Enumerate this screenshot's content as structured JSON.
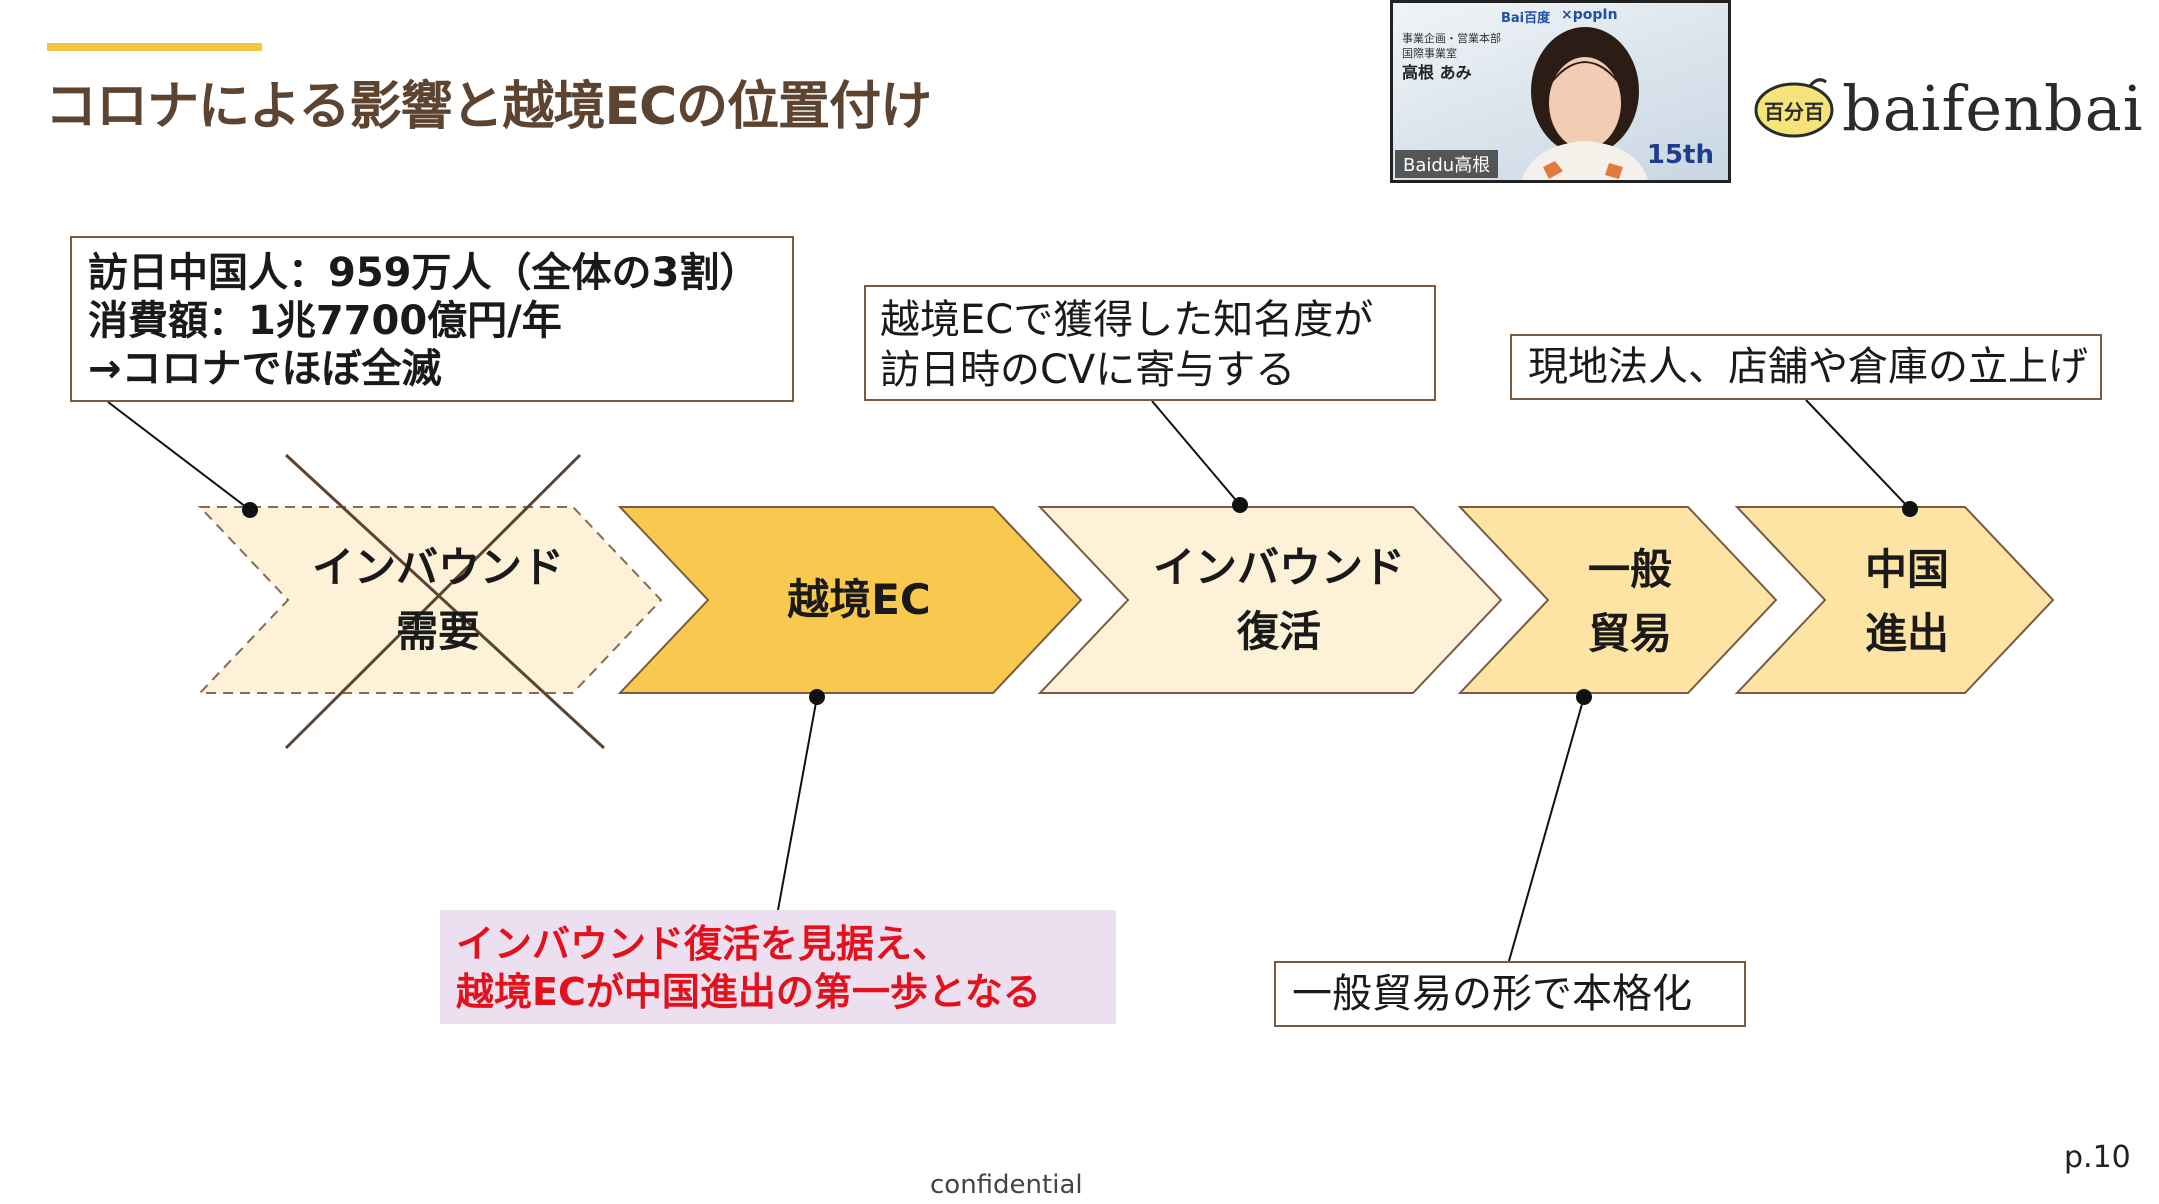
{
  "slide": {
    "title": "コロナによる影響と越境ECの位置付け",
    "footer": "confidential",
    "page": "p.10"
  },
  "webcam": {
    "dept_line1": "事業企画・営業本部",
    "dept_line2": "国際事業室",
    "name": "高根 あみ",
    "logo_left": "Bai百度",
    "logo_right": "×popIn",
    "label": "Baidu高根",
    "badge": "15th"
  },
  "brand": {
    "mark": "百分百",
    "name": "baifenbai"
  },
  "callouts": {
    "stats": [
      "訪日中国人：959万人（全体の3割）",
      "消費額：1兆7700億円/年",
      "→コロナでほぼ全滅"
    ],
    "awareness": [
      "越境ECで獲得した知名度が",
      "訪日時のCVに寄与する"
    ],
    "local": "現地法人、店舗や倉庫の立上げ",
    "trade": "一般貿易の形で本格化",
    "red": [
      "インバウンド復活を見据え、",
      "越境ECが中国進出の第一歩となる"
    ]
  },
  "steps": [
    {
      "line1": "インバウンド",
      "line2": "需要",
      "state": "crossed-out"
    },
    {
      "line1": "越境EC",
      "line2": ""
    },
    {
      "line1": "インバウンド",
      "line2": "復活"
    },
    {
      "line1": "一般",
      "line2": "貿易"
    },
    {
      "line1": "中国",
      "line2": "進出"
    }
  ],
  "colors": {
    "title": "#5c4431",
    "accent": "#f6c544",
    "step_light": "#fdf1d8",
    "step_gold": "#f9c84f",
    "step_mid": "#fde4a4",
    "border": "#7a5a40",
    "highlight_text": "#e3111b",
    "highlight_bg": "#ecdff0"
  }
}
